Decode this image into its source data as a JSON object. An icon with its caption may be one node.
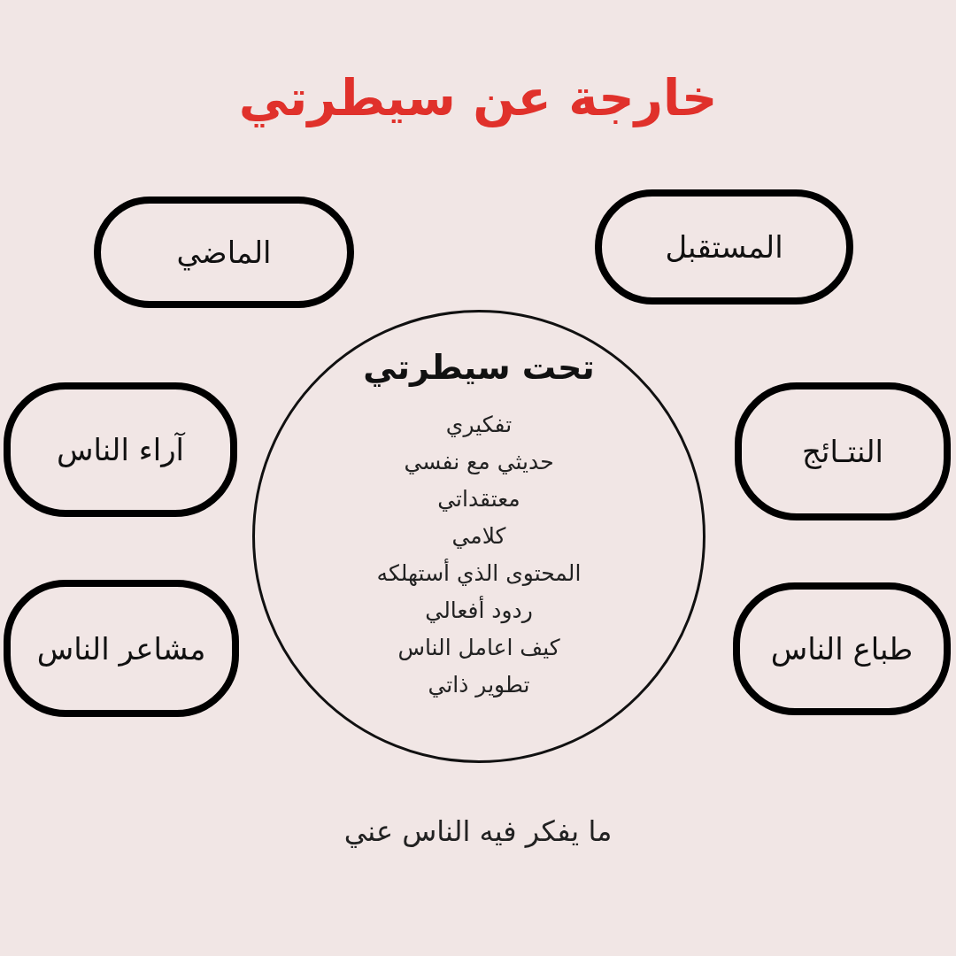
{
  "diagram": {
    "title": "خارجة عن سيطرتي",
    "nodes": [
      {
        "text": [
          "المستقبل"
        ]
      },
      {
        "text": [
          "الماضي"
        ]
      },
      {
        "text": [
          "تحت سيطرتي",
          "تفكيري",
          "حديثي مع نفسي",
          "معتقداتي",
          "كلامي",
          "المحتوى الذي أستهلكه",
          "ردود أفعالي",
          "كيف اعامل الناس",
          "تطوير ذاتي"
        ]
      },
      {
        "text": [
          "النتـائج"
        ]
      },
      {
        "text": [
          "آراء الناس"
        ]
      },
      {
        "text": [
          "طباع الناس"
        ]
      },
      {
        "text": [
          "مشاعر الناس"
        ]
      }
    ],
    "edges": [],
    "labels": [
      "ما يفكر فيه الناس عني"
    ]
  }
}
